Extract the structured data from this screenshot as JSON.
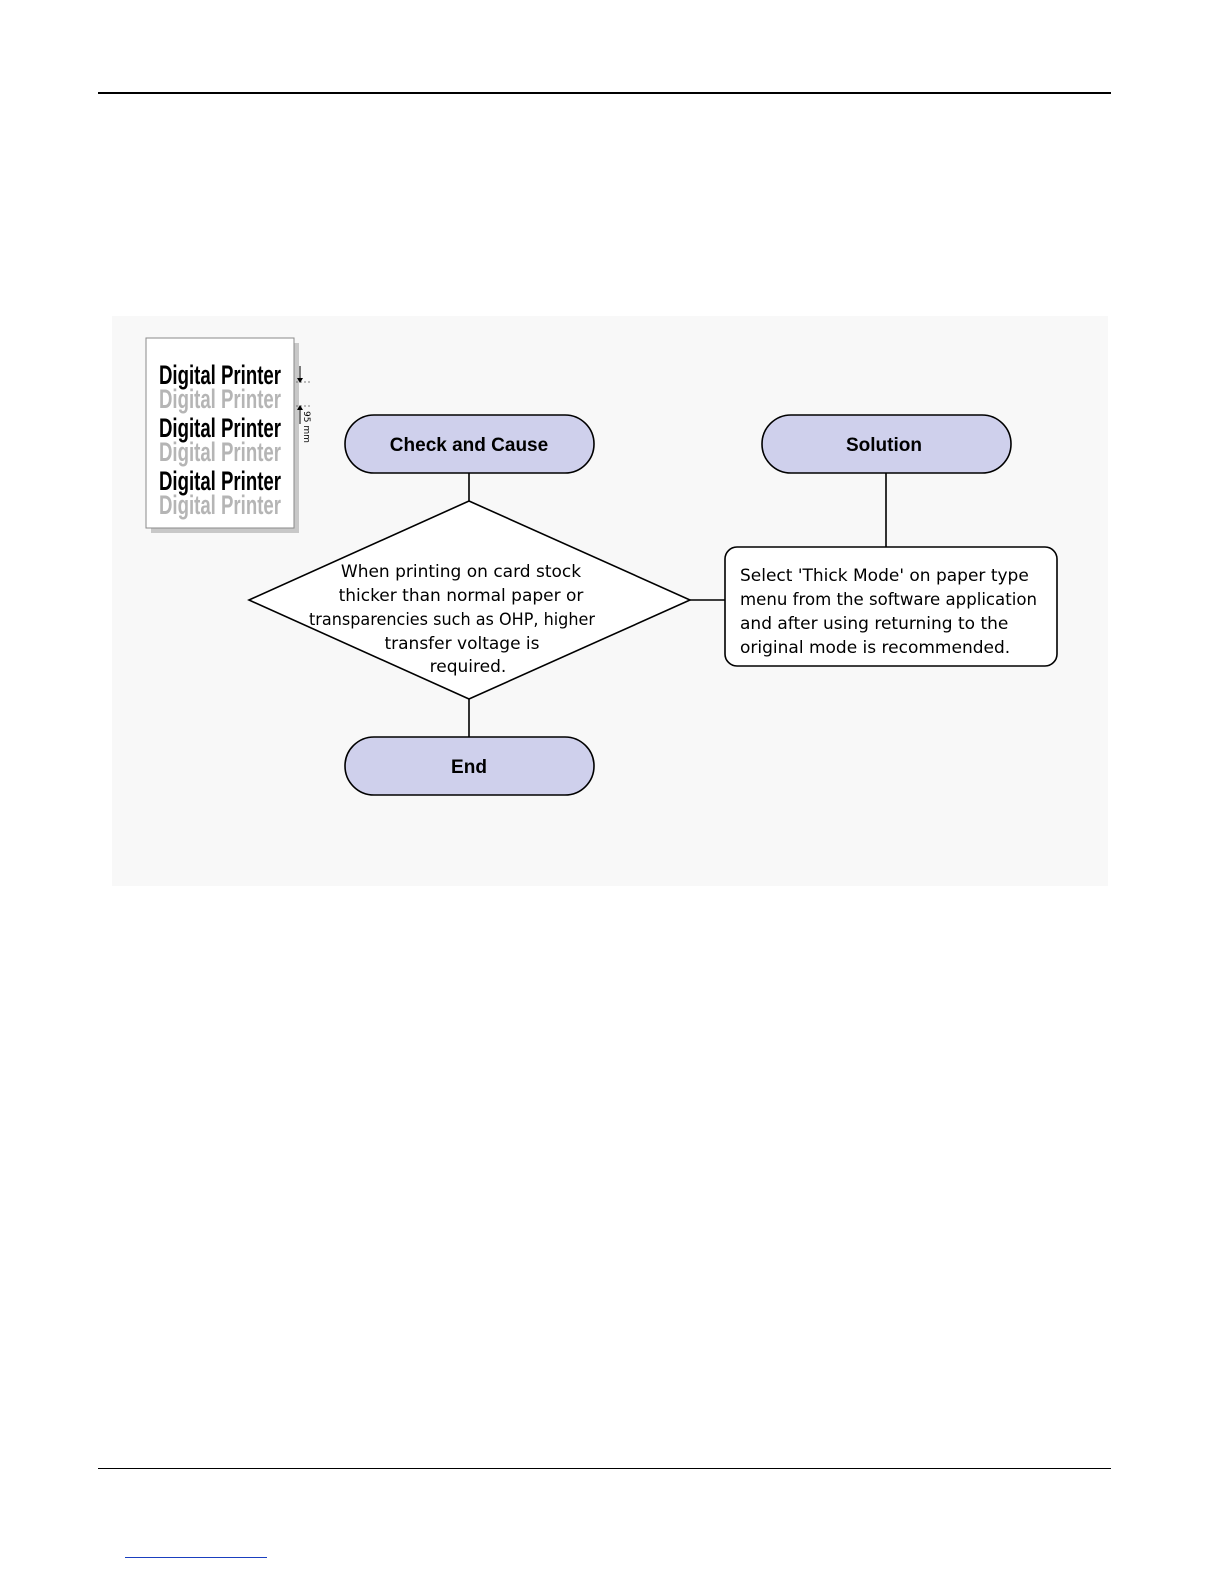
{
  "sample": {
    "line_dark": "Digital Printer",
    "line_light": "Digital Printer",
    "dimension": "95 mm"
  },
  "flow": {
    "check_cause": "Check and Cause",
    "solution": "Solution",
    "end": "End",
    "condition_lines": [
      "When printing on card stock",
      "thicker than normal paper or",
      "transparencies such as OHP, higher",
      "transfer voltage is",
      "required."
    ],
    "solution_lines": [
      "Select 'Thick Mode' on paper type",
      "menu from the software application",
      "and after using returning to the",
      "original mode is recommended."
    ],
    "terminal_fill": "#cfd0ec"
  }
}
